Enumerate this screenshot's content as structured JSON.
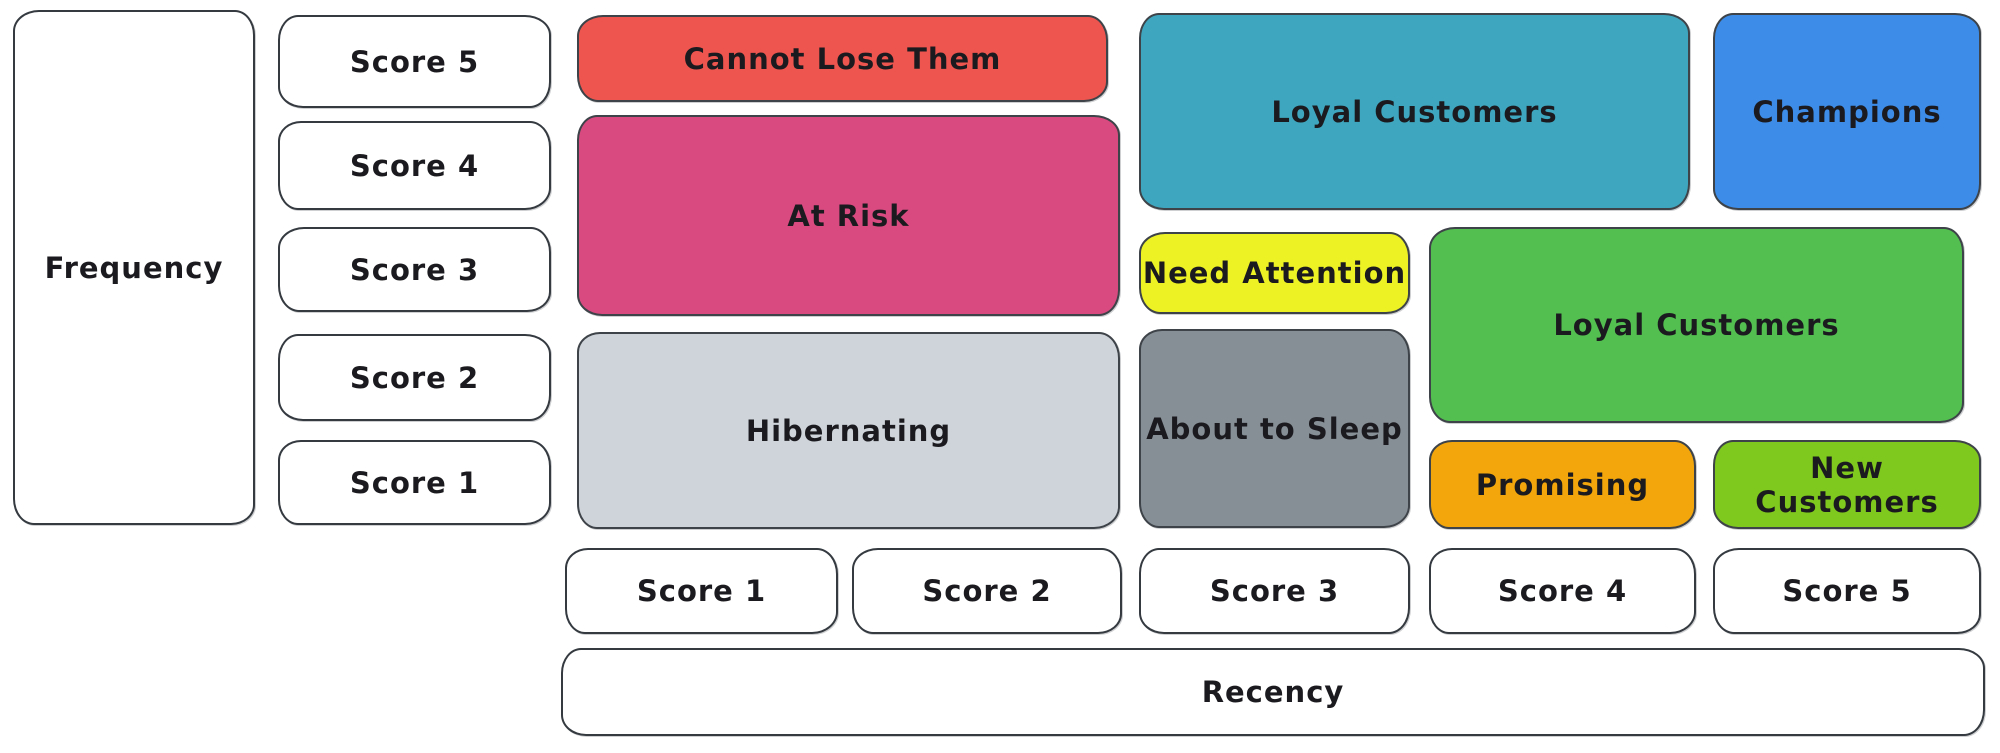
{
  "y_axis": {
    "label": "Frequency",
    "scores": [
      "Score 5",
      "Score 4",
      "Score 3",
      "Score 2",
      "Score 1"
    ]
  },
  "x_axis": {
    "label": "Recency",
    "scores": [
      "Score 1",
      "Score 2",
      "Score 3",
      "Score 4",
      "Score 5"
    ]
  },
  "segments": {
    "cannot_lose_them": {
      "label": "Cannot Lose Them",
      "color": "#ef554f"
    },
    "at_risk": {
      "label": "At Risk",
      "color": "#d84a80"
    },
    "hibernating": {
      "label": "Hibernating",
      "color": "#ced4da"
    },
    "loyal_customers_top": {
      "label": "Loyal Customers",
      "color": "#3ea7bf"
    },
    "need_attention": {
      "label": "Need Attention",
      "color": "#edf224"
    },
    "about_to_sleep": {
      "label": "About to Sleep",
      "color": "#868e96"
    },
    "champions": {
      "label": "Champions",
      "color": "#3d8ce8"
    },
    "loyal_customers_mid": {
      "label": "Loyal Customers",
      "color": "#53bf50"
    },
    "promising": {
      "label": "Promising",
      "color": "#f2a60b"
    },
    "new_customers": {
      "label": "New Customers",
      "color": "#7fc81d"
    }
  },
  "colors": {
    "ink": "#1b1b1f",
    "box_border": "#3d4348",
    "background": "#ffffff"
  }
}
